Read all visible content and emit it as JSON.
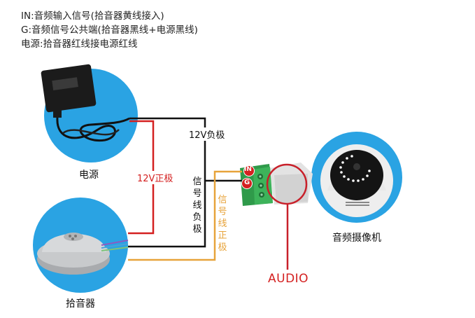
{
  "notes": [
    "IN:音频输入信号(拾音器黄线接入)",
    "G:音频信号公共端(拾音器黑线+电源黑线)",
    "电源:拾音器红线接电源红线"
  ],
  "devices": {
    "power_supply": {
      "label": "电源"
    },
    "pickup": {
      "label": "拾音器"
    },
    "camera": {
      "label": "音频摄像机"
    }
  },
  "terminal": {
    "in_label": "IN",
    "g_label": "G"
  },
  "wires": {
    "v12_positive": {
      "label": "12V正极",
      "color": "#d42020"
    },
    "v12_negative": {
      "label": "12V负极",
      "color": "#111111"
    },
    "signal_negative": {
      "label": "信号线负极",
      "color": "#111111"
    },
    "signal_positive": {
      "label": "信号线正极",
      "color": "#e7a33a"
    }
  },
  "audio": {
    "label": "AUDIO",
    "color": "#d42020"
  },
  "colors": {
    "circle_bg": "#2aa3e3",
    "red": "#d42020",
    "orange": "#e7a33a",
    "black": "#111111",
    "green": "#2f9a4a"
  }
}
